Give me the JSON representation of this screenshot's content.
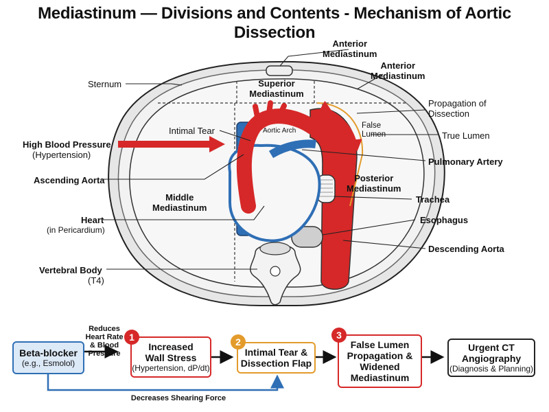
{
  "title": "Mediastinum — Divisions and Contents - Mechanism of Aortic Dissection",
  "labels": {
    "anterior_top": "Anterior\nMediastinum",
    "anterior_right": "Anterior\nMediastinum",
    "sternum": "Sternum",
    "superior": "Superior\nMediastinum",
    "propagation": "Propagation of\nDissection",
    "false_lumen": "False\nLumen",
    "true_lumen": "True Lumen",
    "intimal_tear": "Intimal Tear",
    "aortic_arch": "Aortic Arch",
    "high_bp": "High Blood Pressure",
    "high_bp_sub": "(Hypertension)",
    "pulmonary_artery": "Pulmonary Artery",
    "ascending_aorta": "Ascending Aorta",
    "posterior": "Posterior\nMediastinum",
    "middle": "Middle\nMediastinum",
    "trachea": "Trachea",
    "heart": "Heart",
    "heart_sub": "(in Pericardium)",
    "esophagus": "Esophagus",
    "descending_aorta": "Descending Aorta",
    "vertebral_body": "Vertebral Body",
    "vertebral_sub": "(T4)"
  },
  "flow": {
    "beta_title": "Beta-blocker",
    "beta_sub": "(e.g., Esmolol)",
    "reduces": "Reduces\nHeart Rate\n& Blood\nPressure",
    "decreases": "Decreases Shearing Force",
    "step1_num": "1",
    "step1_title": "Increased\nWall Stress",
    "step1_sub": "(Hypertension, dP/dt)",
    "step2_num": "2",
    "step2_title": "Intimal Tear &\nDissection Flap",
    "step3_num": "3",
    "step3_title": "False Lumen\nPropagation &\nWidened\nMediastinum",
    "step4_title": "Urgent CT\nAngiography",
    "step4_sub": "(Diagnosis & Planning)"
  },
  "colors": {
    "red": "#d62828",
    "blue": "#2f6fb5",
    "orange": "#e39b2b",
    "beta_fill": "#dce9f7"
  }
}
